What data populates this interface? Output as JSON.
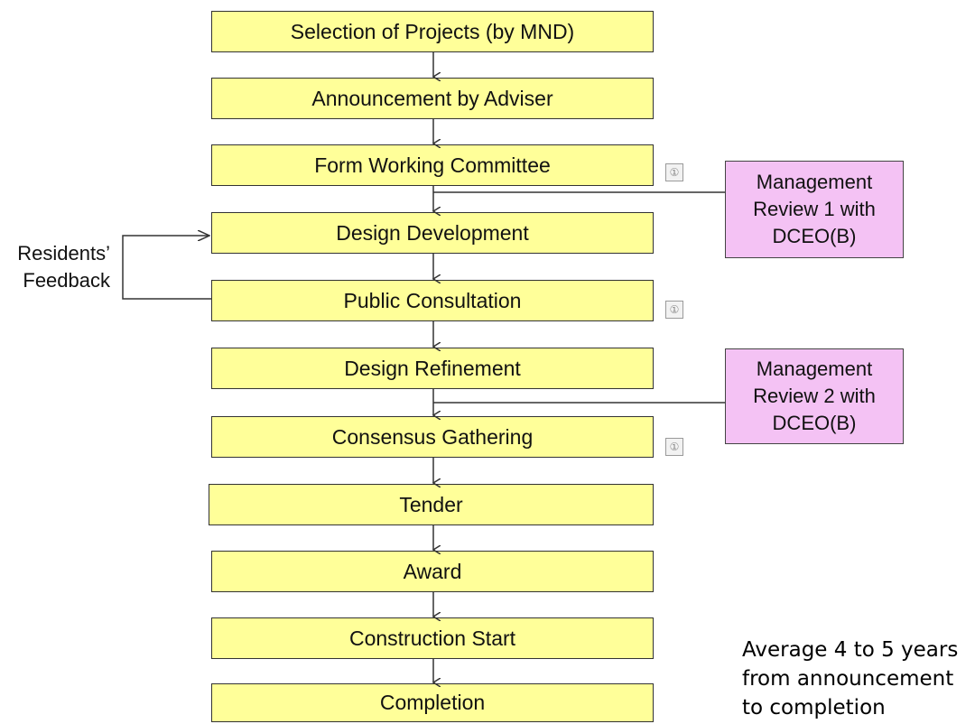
{
  "diagram": {
    "steps": [
      "Selection of Projects (by MND)",
      "Announcement by Adviser",
      "Form Working Committee",
      "Design Development",
      "Public Consultation",
      "Design Refinement",
      "Consensus Gathering",
      "Tender",
      "Award",
      "Construction Start",
      "Completion"
    ],
    "reviews": [
      {
        "lines": [
          "Management",
          "Review 1 with",
          "DCEO(B)"
        ]
      },
      {
        "lines": [
          "Management",
          "Review 2 with",
          "DCEO(B)"
        ]
      }
    ],
    "feedback": {
      "lines": [
        "Residents’",
        "Feedback"
      ]
    },
    "marker_glyph": "①",
    "note": {
      "lines": [
        "Average 4 to 5 years",
        "from announcement",
        "to completion"
      ]
    },
    "colors": {
      "step_fill": "#ffff99",
      "review_fill": "#f4c2f4",
      "line": "#333333"
    }
  }
}
